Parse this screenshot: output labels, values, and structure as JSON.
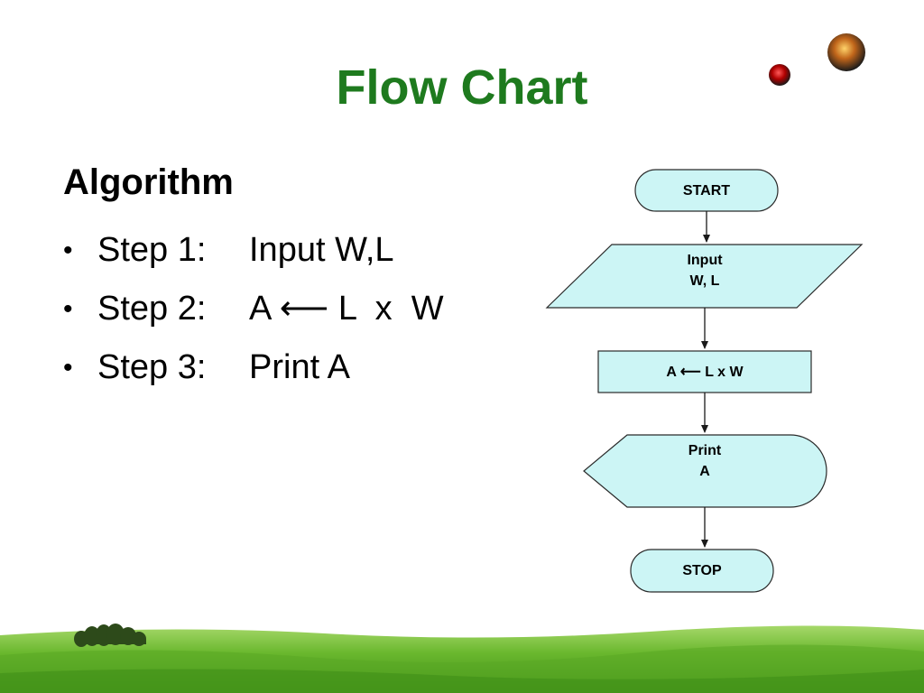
{
  "slide": {
    "title": "Flow Chart"
  },
  "algorithm": {
    "heading": "Algorithm",
    "bullet": "•",
    "steps": [
      {
        "label": "Step 1:",
        "content": "Input W,L"
      },
      {
        "label": "Step 2:",
        "content": "A ⟵ L  x  W"
      },
      {
        "label": "Step 3:",
        "content": "Print A"
      }
    ]
  },
  "flowchart": {
    "start": "START",
    "input_line1": "Input",
    "input_line2": "W, L",
    "process": "A ⟵ L x W",
    "output_line1": "Print",
    "output_line2": "A",
    "stop": "STOP"
  },
  "colors": {
    "title": "#1e7a1e",
    "shape_fill": "#ccf5f5",
    "shape_stroke": "#2a2a2a",
    "grass": "#6ab82e"
  }
}
